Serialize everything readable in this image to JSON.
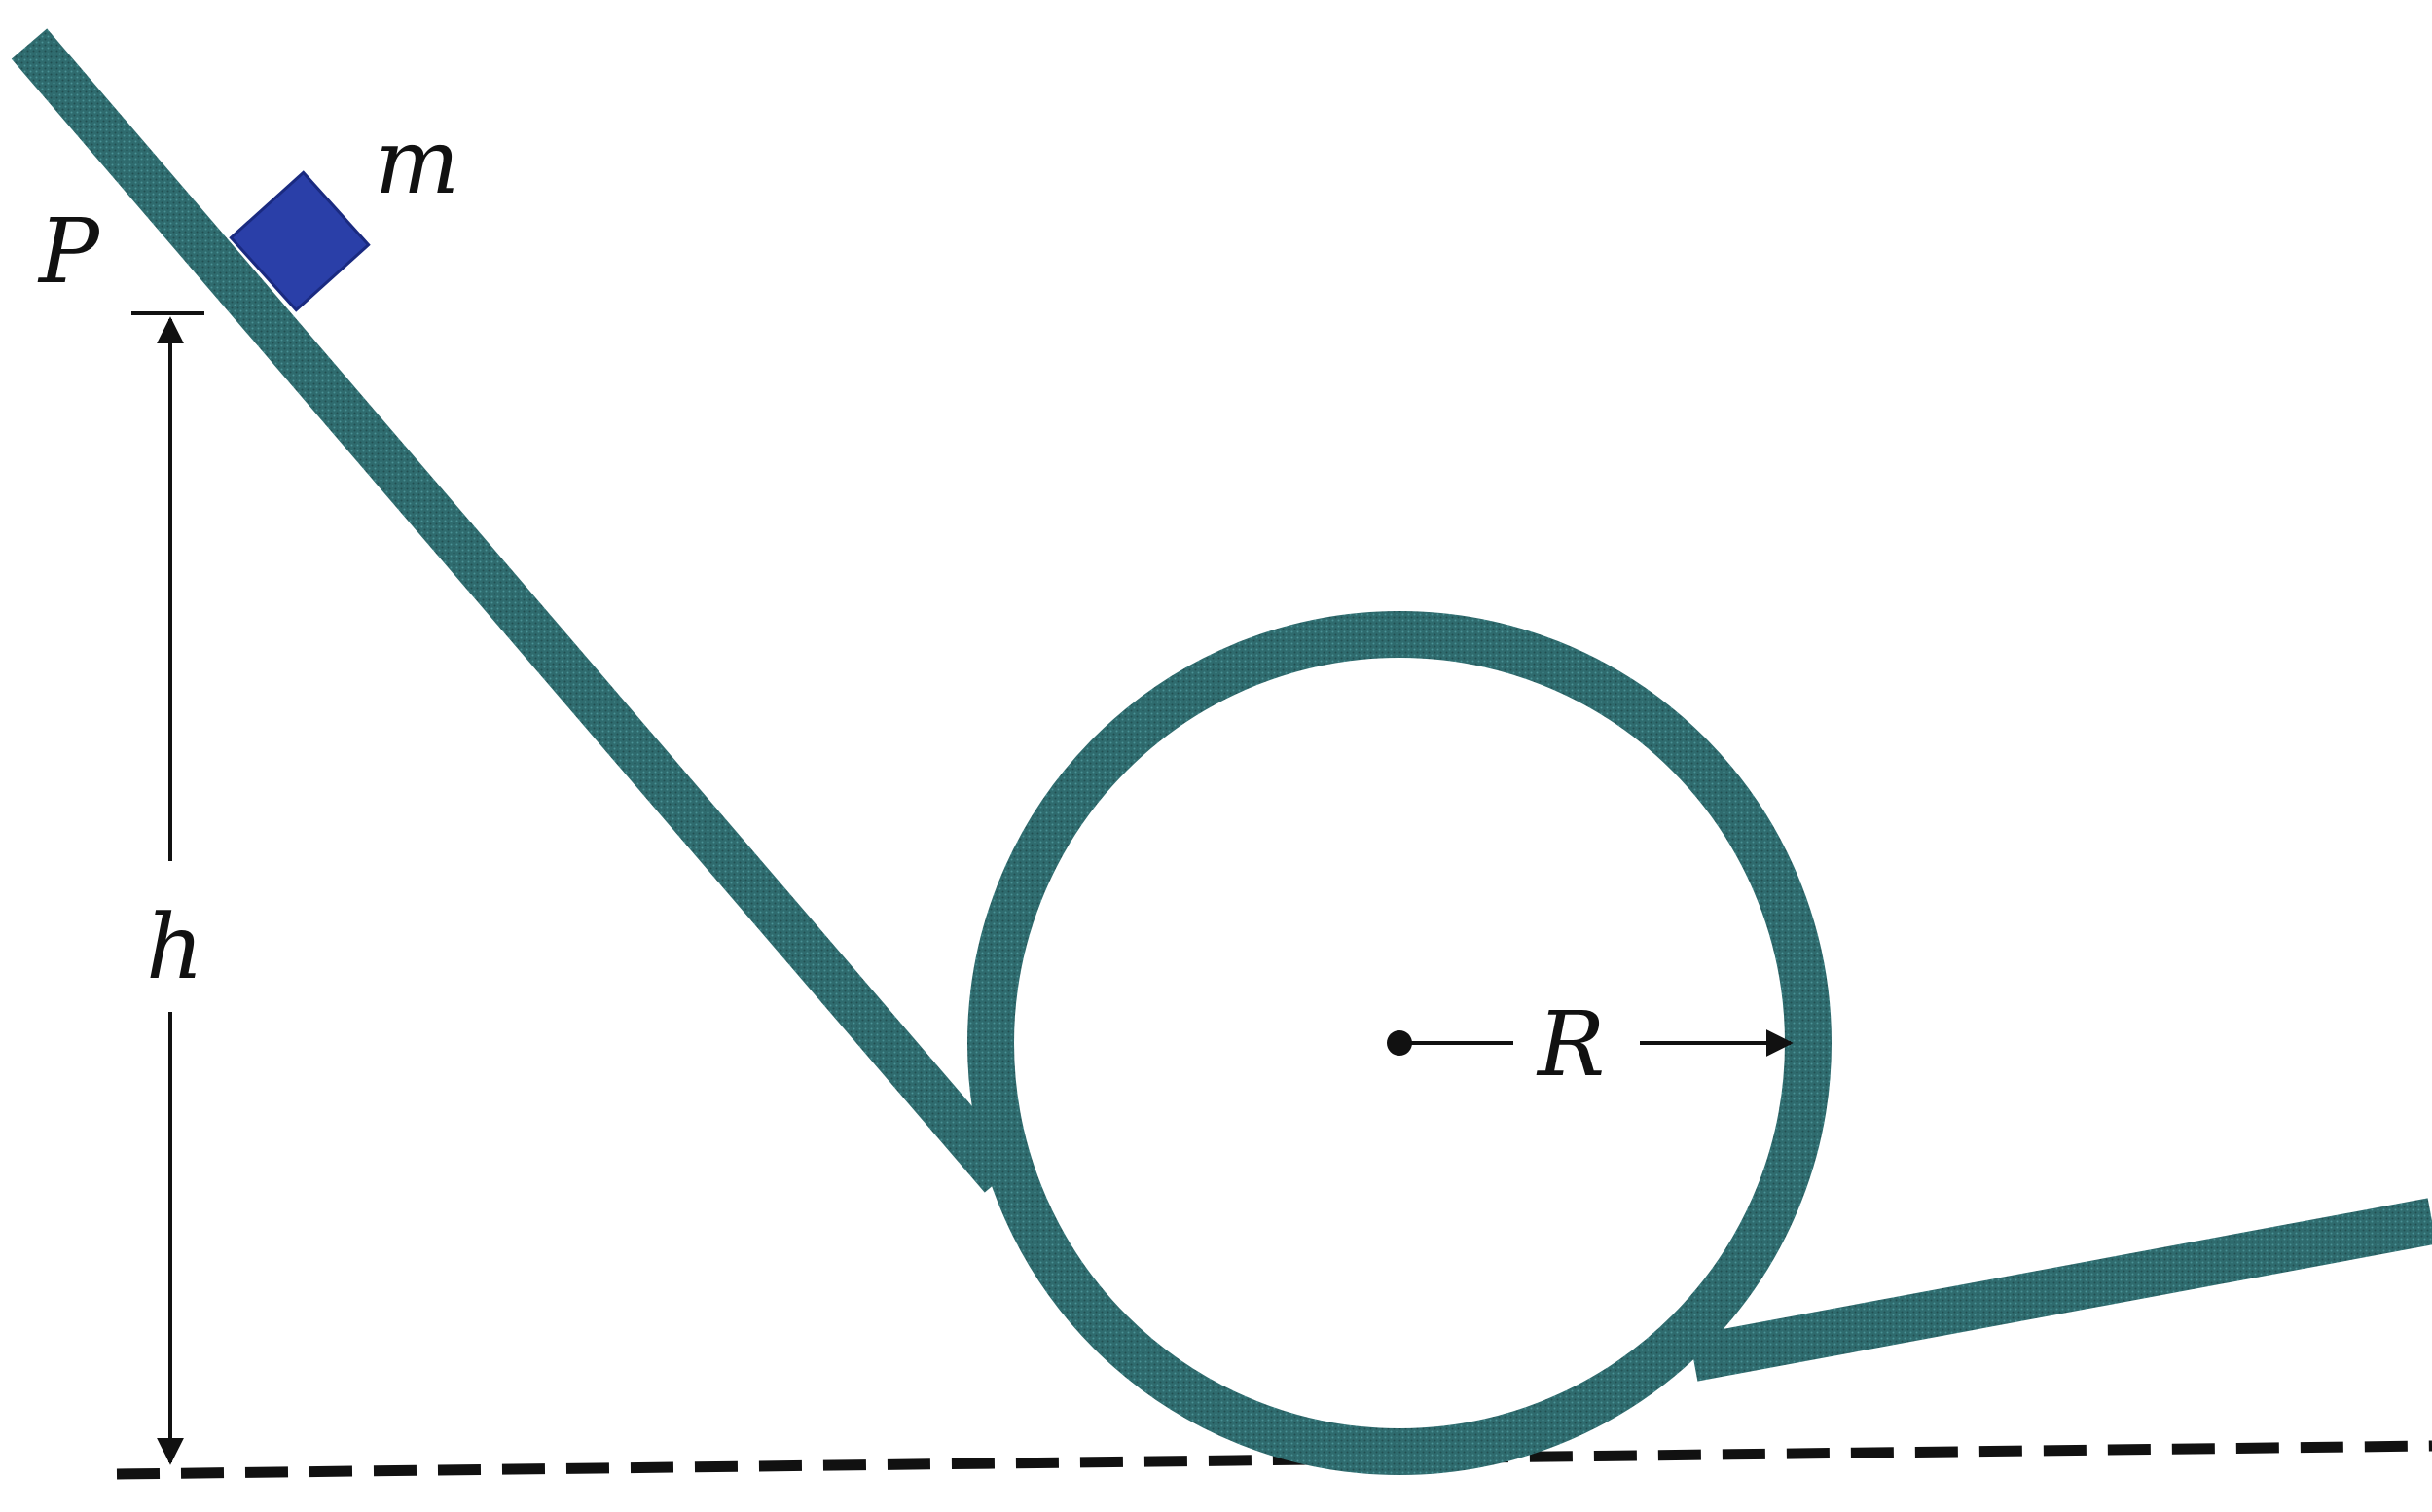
{
  "labels": {
    "mass": "m",
    "point": "P",
    "height": "h",
    "radius": "R"
  },
  "colors": {
    "track": "#2f6b6e",
    "block": "#2a3fa8",
    "ink": "#111111",
    "background": "#ffffff"
  }
}
